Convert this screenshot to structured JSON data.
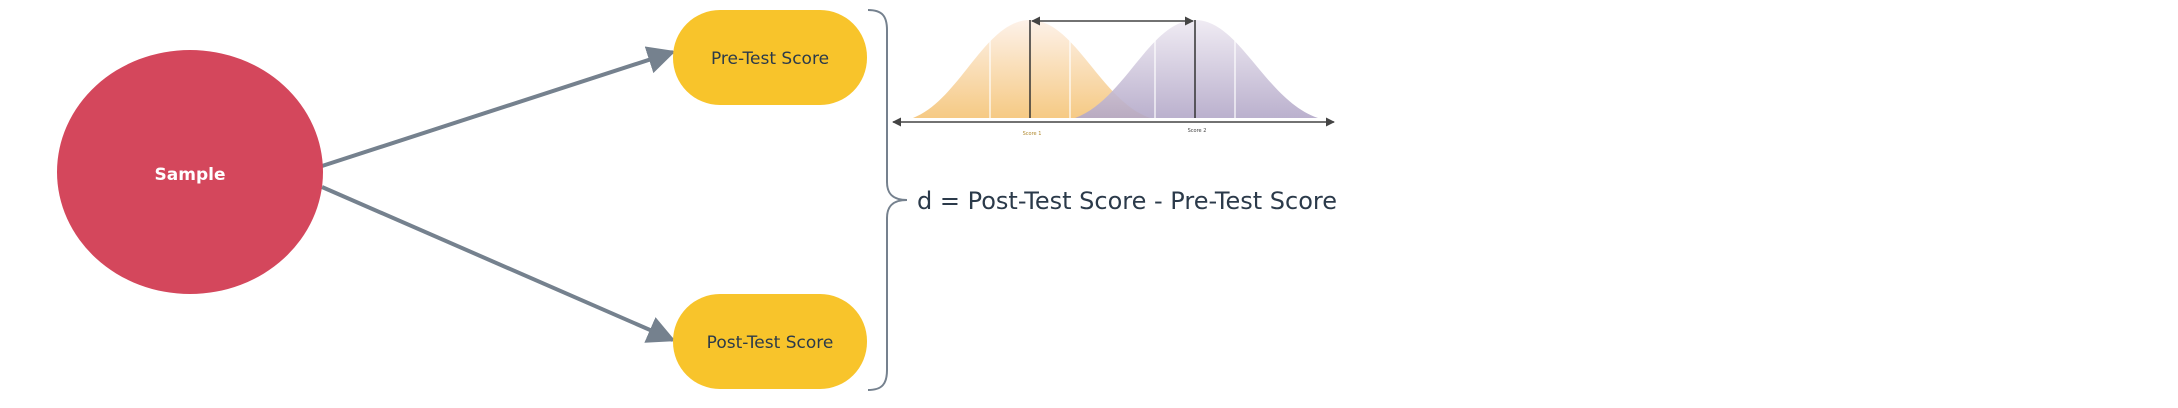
{
  "nodes": {
    "sample": {
      "label": "Sample",
      "color": "#d4475c"
    },
    "pre_test": {
      "label": "Pre-Test Score",
      "color": "#f8c42b"
    },
    "post_test": {
      "label": "Post-Test Score",
      "color": "#f8c42b"
    }
  },
  "formula": "d = Post-Test Score - Pre-Test Score",
  "distribution": {
    "left_color": "#f5c77e",
    "right_color": "#b3a8c8",
    "left_label": "Score 1",
    "right_label": "Score 2"
  },
  "colors": {
    "arrow": "#75818e",
    "text_dark": "#2b3a4a"
  }
}
